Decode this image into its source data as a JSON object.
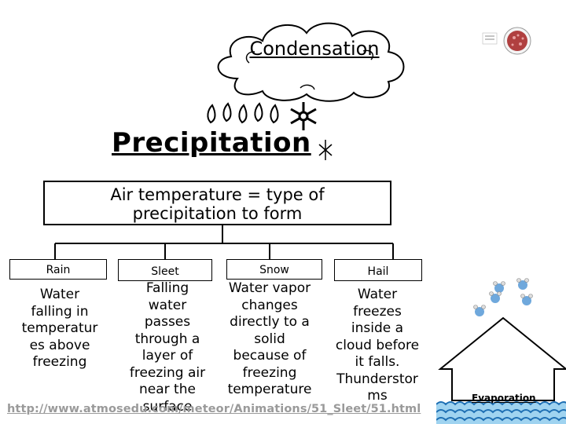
{
  "cloud_label": "Condensation",
  "title": "Precipitation",
  "root_box": {
    "line1": "Air temperature = type of",
    "line2": "precipitation to form"
  },
  "columns": [
    {
      "header": "Rain",
      "lines": [
        "Water",
        "falling in",
        "temperatur",
        "es above",
        "freezing"
      ]
    },
    {
      "header": "Sleet",
      "lines": [
        "Falling",
        "water",
        "passes",
        "through a",
        "layer of",
        "freezing air",
        "near the",
        "surface"
      ]
    },
    {
      "header": "Snow",
      "lines": [
        "Water vapor",
        "changes",
        "directly to a",
        "solid",
        "because of",
        "freezing",
        "temperature"
      ]
    },
    {
      "header": "Hail",
      "lines": [
        "Water",
        "freezes",
        "inside a",
        "cloud before",
        "it falls.",
        "Thunderstor",
        "ms"
      ]
    }
  ],
  "source_url": "http://www.atmosedu.com/meteor/Animations/51_Sleet/51.html",
  "evaporation_label": "Evaporation",
  "icons": {
    "cloud": "cloud-icon",
    "snowflake": "snowflake-icon",
    "house_arrow": "house-arrow-icon",
    "water_waves": "water-waves-icon",
    "water_molecules": "water-molecule-icon",
    "droplet_diagram": "droplet-diagram-icon"
  }
}
